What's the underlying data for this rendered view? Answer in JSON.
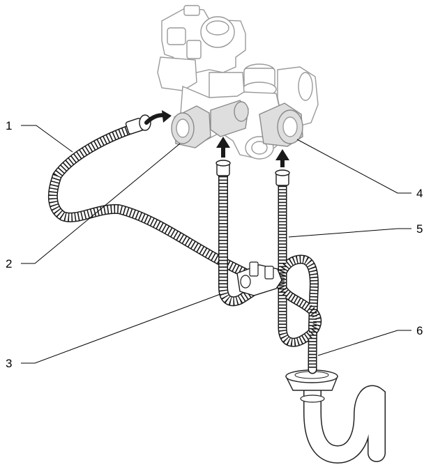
{
  "diagram": {
    "callouts": [
      {
        "id": "1",
        "label": "1"
      },
      {
        "id": "2",
        "label": "2"
      },
      {
        "id": "3",
        "label": "3"
      },
      {
        "id": "4",
        "label": "4"
      },
      {
        "id": "5",
        "label": "5"
      },
      {
        "id": "6",
        "label": "6"
      }
    ],
    "colors": {
      "hose": "#1a1a1a",
      "valve_body": "#a6a6a6",
      "ghost_outline": "#9a9a9a",
      "arrow": "#1a1a1a"
    },
    "icons": {
      "valve_block": "valve-block-icon",
      "drain_siphon": "siphon-icon",
      "flow_arrow": "arrow-icon"
    }
  }
}
